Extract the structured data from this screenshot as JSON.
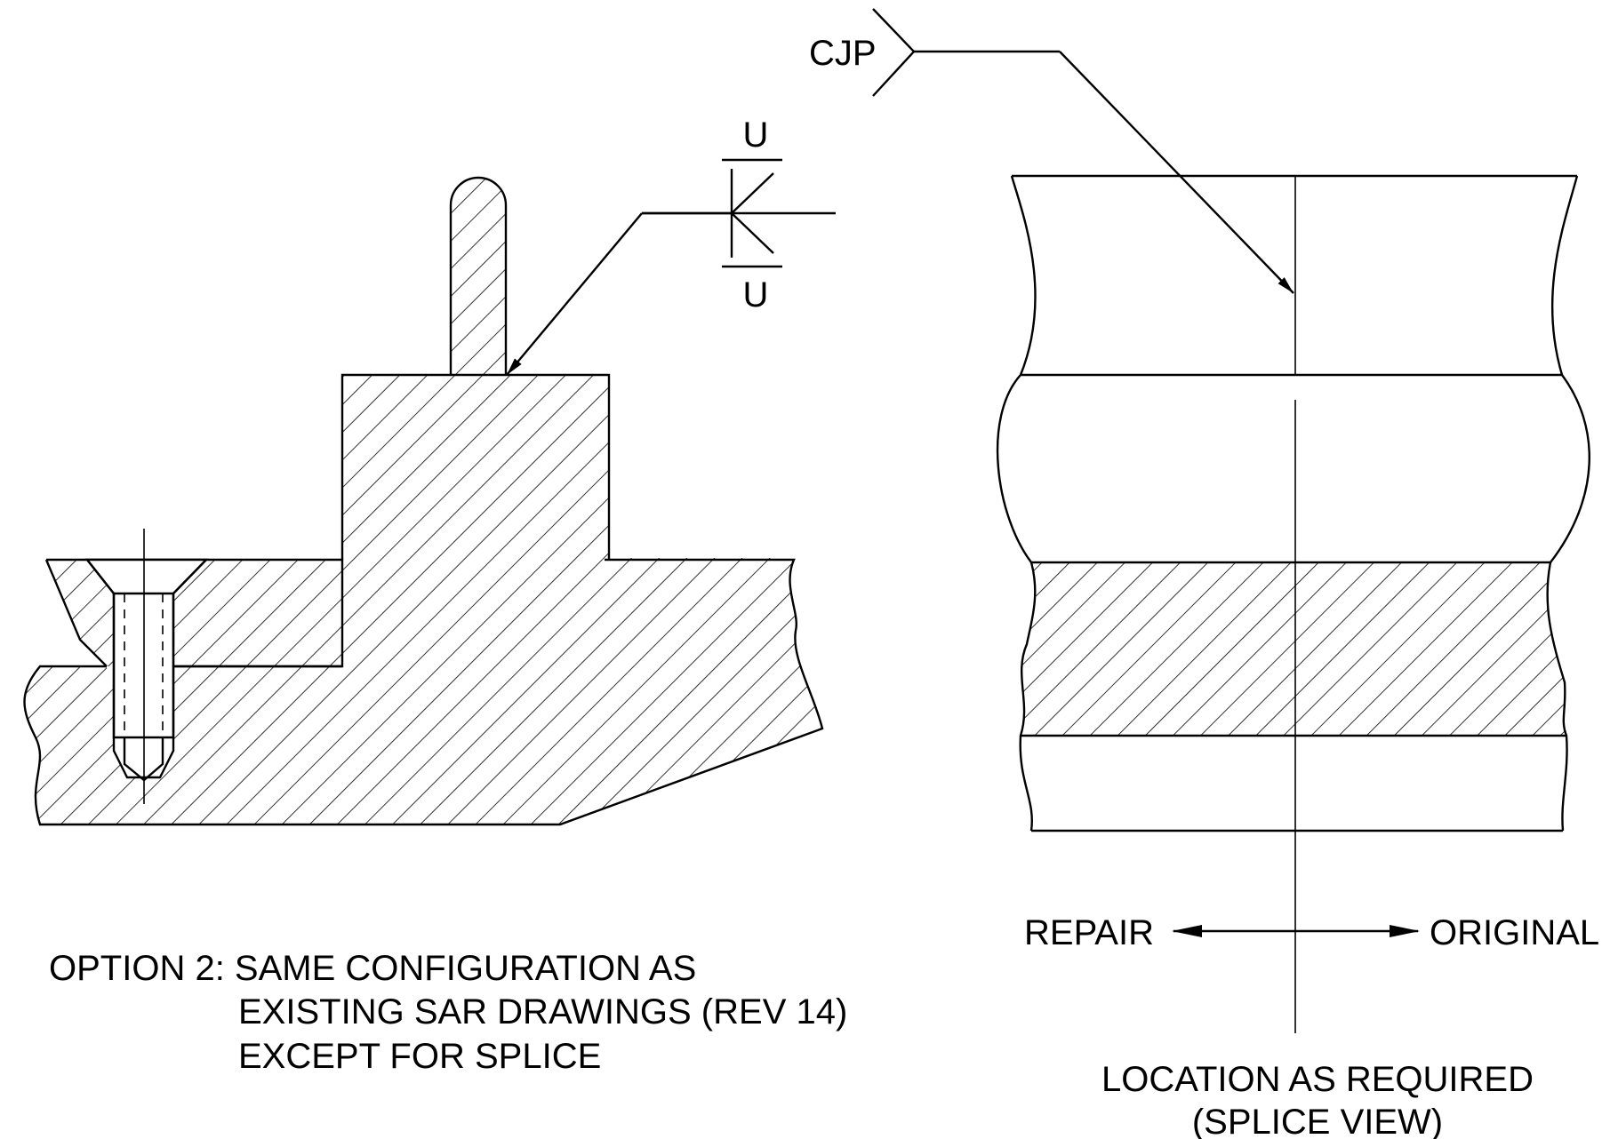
{
  "left_view": {
    "weld_symbol_top": "U",
    "weld_symbol_bottom": "U",
    "note_lines": [
      "OPTION 2: SAME CONFIGURATION AS",
      "EXISTING SAR DRAWINGS (REV 14)",
      "EXCEPT FOR SPLICE"
    ]
  },
  "right_view": {
    "weld_symbol": "CJP",
    "left_label": "REPAIR",
    "right_label": "ORIGINAL",
    "caption_lines": [
      "LOCATION AS REQUIRED",
      "(SPLICE VIEW)"
    ]
  },
  "icons": [
    "arrow-head-icon",
    "weld-symbol-icon"
  ],
  "colors": {
    "ink": "#000000",
    "paper": "#ffffff"
  }
}
